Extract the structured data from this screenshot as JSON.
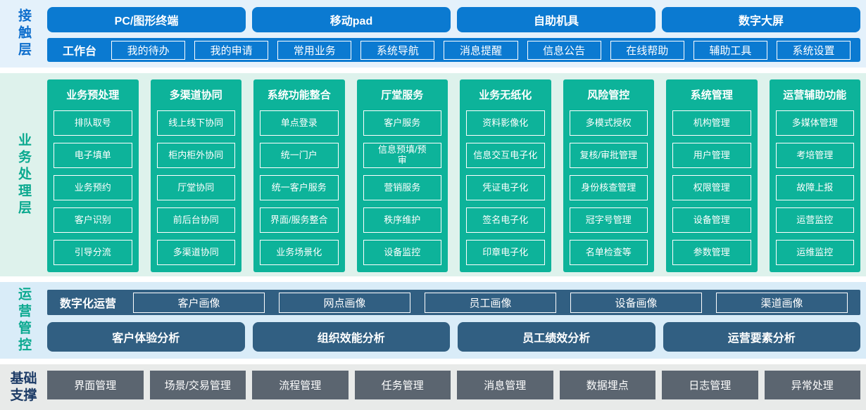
{
  "colors": {
    "bright_blue": "#0b7ad1",
    "blue_label": "#0d6ecd",
    "teal": "#0db39a",
    "teal_label": "#0aa98f",
    "slate_blue": "#315f82",
    "slate_gray": "#5b6570",
    "navy_label": "#1c3b66",
    "contact_bg": "#e4f1fb",
    "business_bg": "#def2ec",
    "operations_bg": "#d9ecf8",
    "foundation_bg": "#e8eae9"
  },
  "layers": {
    "contact": {
      "label": "接触层",
      "channels": [
        "PC/图形终端",
        "移动pad",
        "自助机具",
        "数字大屏"
      ],
      "workbench": {
        "label": "工作台",
        "items": [
          "我的待办",
          "我的申请",
          "常用业务",
          "系统导航",
          "消息提醒",
          "信息公告",
          "在线帮助",
          "辅助工具",
          "系统设置"
        ]
      }
    },
    "business": {
      "label": "业务处理层",
      "columns": [
        {
          "title": "业务预处理",
          "items": [
            "排队取号",
            "电子填单",
            "业务预约",
            "客户识别",
            "引导分流"
          ]
        },
        {
          "title": "多渠道协同",
          "items": [
            "线上线下协同",
            "柜内柜外协同",
            "厅堂协同",
            "前后台协同",
            "多渠道协同"
          ]
        },
        {
          "title": "系统功能整合",
          "items": [
            "单点登录",
            "统一门户",
            "统一客户服务",
            "界面/服务整合",
            "业务场景化"
          ]
        },
        {
          "title": "厅堂服务",
          "items": [
            "客户服务",
            "信息预填/预审",
            "营销服务",
            "秩序维护",
            "设备监控"
          ]
        },
        {
          "title": "业务无纸化",
          "items": [
            "资料影像化",
            "信息交互电子化",
            "凭证电子化",
            "签名电子化",
            "印章电子化"
          ]
        },
        {
          "title": "风险管控",
          "items": [
            "多模式授权",
            "复核/审批管理",
            "身份核查管理",
            "冠字号管理",
            "名单检查等"
          ]
        },
        {
          "title": "系统管理",
          "items": [
            "机构管理",
            "用户管理",
            "权限管理",
            "设备管理",
            "参数管理"
          ]
        },
        {
          "title": "运营辅助功能",
          "items": [
            "多媒体管理",
            "考培管理",
            "故障上报",
            "运营监控",
            "运维监控"
          ]
        }
      ]
    },
    "operations": {
      "label": "运营管控",
      "digital_ops": {
        "label": "数字化运营",
        "items": [
          "客户画像",
          "网点画像",
          "员工画像",
          "设备画像",
          "渠道画像"
        ]
      },
      "analysis": [
        "客户体验分析",
        "组织效能分析",
        "员工绩效分析",
        "运营要素分析"
      ]
    },
    "foundation": {
      "label": "基础支撑",
      "items": [
        "界面管理",
        "场景/交易管理",
        "流程管理",
        "任务管理",
        "消息管理",
        "数据埋点",
        "日志管理",
        "异常处理"
      ]
    }
  }
}
